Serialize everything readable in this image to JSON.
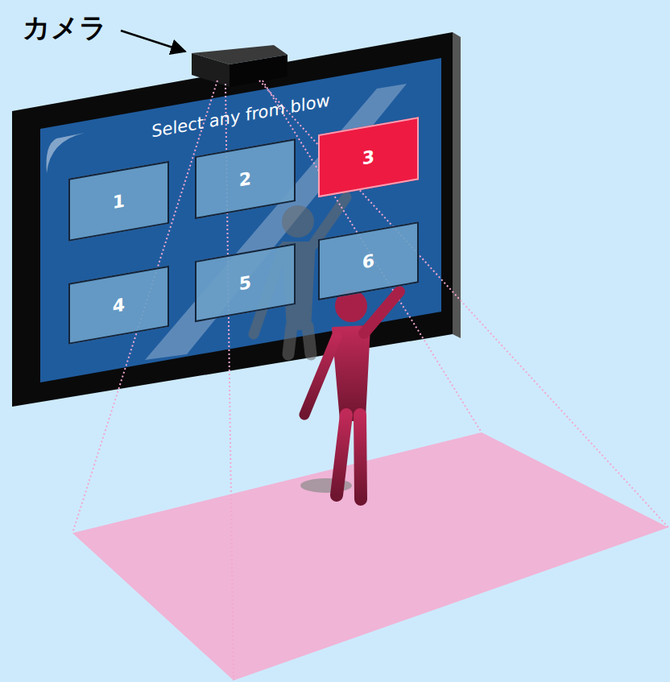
{
  "diagram": {
    "nodes": [
      {
        "text": [
          "Select any from blow"
        ]
      },
      {
        "text": [
          "1"
        ],
        "in": 0
      },
      {
        "text": [
          "2"
        ],
        "in": 0
      },
      {
        "text": [
          "3"
        ],
        "in": 0
      },
      {
        "text": [
          "4"
        ],
        "in": 0
      },
      {
        "text": [
          "5"
        ],
        "in": 0
      },
      {
        "text": [
          "6"
        ],
        "in": 0
      }
    ],
    "labels": [
      "カメラ"
    ]
  }
}
